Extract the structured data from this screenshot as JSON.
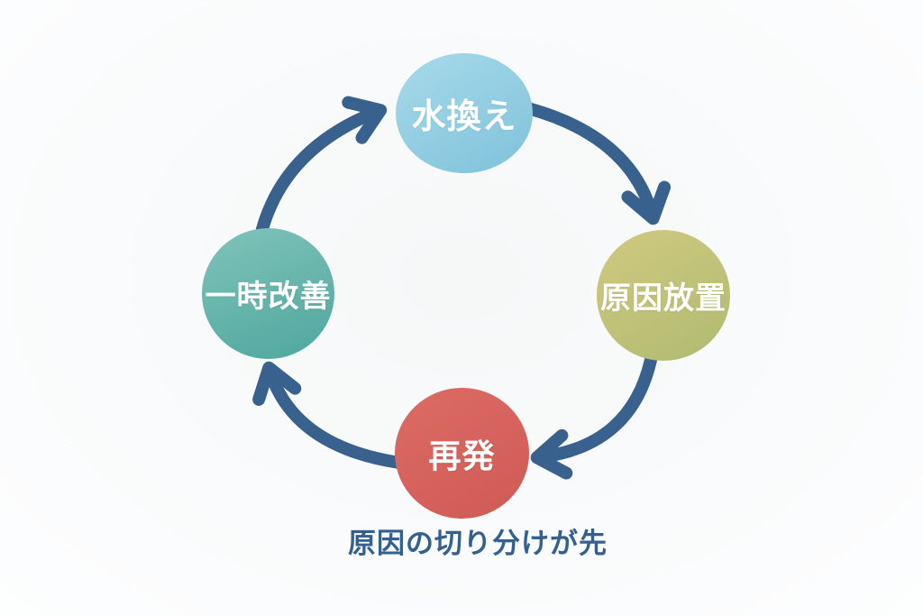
{
  "page": {
    "background_color": "#f9fafb"
  },
  "diagram": {
    "type": "cycle",
    "direction": "clockwise",
    "arrow_color": "#38618d",
    "node_text_color": "#ffffff",
    "nodes": [
      {
        "id": "water-change",
        "label": "水換え",
        "position": "top",
        "color_start": "#a7daea",
        "color_end": "#7fc2da"
      },
      {
        "id": "cause-neglected",
        "label": "原因放置",
        "position": "right",
        "color_start": "#d0c981",
        "color_end": "#b0bb71"
      },
      {
        "id": "recurrence",
        "label": "再発",
        "position": "bottom",
        "color_start": "#dc6c64",
        "color_end": "#cf5a56"
      },
      {
        "id": "temporary-improvement",
        "label": "一時改善",
        "position": "left",
        "color_start": "#80c3ba",
        "color_end": "#4ea79e"
      }
    ],
    "edges": [
      {
        "from": "水換え",
        "to": "原因放置"
      },
      {
        "from": "原因放置",
        "to": "再発"
      },
      {
        "from": "再発",
        "to": "一時改善"
      },
      {
        "from": "一時改善",
        "to": "水換え"
      }
    ],
    "caption": {
      "text": "原因の切り分けが先",
      "color": "#33608f"
    }
  }
}
